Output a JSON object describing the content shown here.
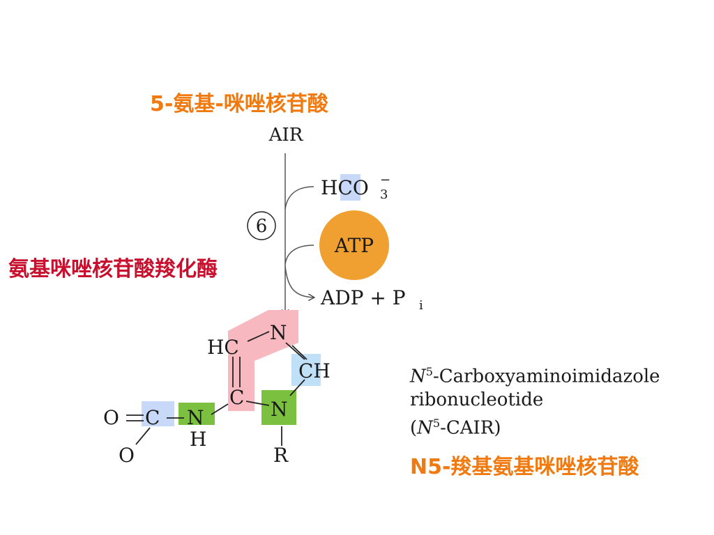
{
  "title_cn": "5-氨基-咪唑核苷酸",
  "enzyme_cn": "氨基咪唑核苷酸羧化酶",
  "product_cn": "N5-羧基氨基咪唑核苷酸",
  "substrate_abbr": "AIR",
  "step_number": "6",
  "reactants": {
    "bicarbonate": {
      "main": "HCO",
      "charge": "−",
      "subscript": "3"
    },
    "atp": "ATP"
  },
  "products_side": {
    "adp_plus": "ADP + P",
    "pi_subscript": "i"
  },
  "product_name_en": {
    "n_symbol": "N",
    "n_superscript": "5",
    "line1_rest": "-Carboxyaminoimidazole",
    "line2": "ribonucleotide",
    "line3_open": "(",
    "line3_rest": "-CAIR)"
  },
  "structure_atoms": {
    "o_double": "O",
    "c_carboxyl": "C",
    "o_single": "O",
    "n_amino": "N",
    "h_amino": "H",
    "c4": "C",
    "c5_hc": "HC",
    "n3": "N",
    "c2_ch": "CH",
    "n1": "N",
    "r_group": "R"
  },
  "colors": {
    "orange_label": "#f07a10",
    "red_label": "#c8102e",
    "atp_circle": "#f0a030",
    "pink_highlight": "#f7b8c0",
    "green_highlight": "#7cc040",
    "blue_highlight": "#c8d8f8",
    "cyan_highlight": "#c0e0f8"
  }
}
